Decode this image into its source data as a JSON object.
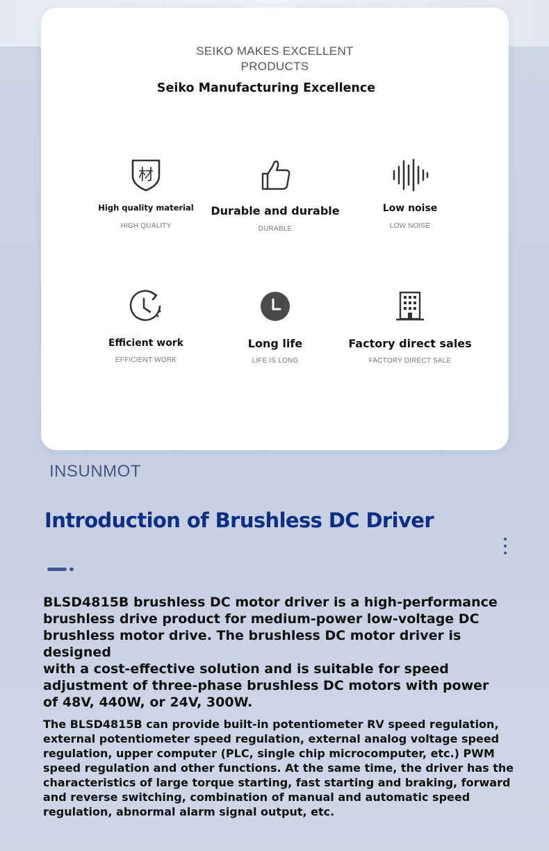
{
  "card": {
    "kicker_line1": "SEIKO MAKES EXCELLENT",
    "kicker_line2": "PRODUCTS",
    "title": "Seiko Manufacturing Excellence",
    "features": [
      {
        "name": "High quality material",
        "sub": "HIGH QUALITY",
        "icon": "shield-material-icon",
        "icon_glyph": "材"
      },
      {
        "name": "Durable and durable",
        "sub": "DURABLE",
        "icon": "thumbs-up-icon"
      },
      {
        "name": "Low noise",
        "sub": "LOW NOISE",
        "icon": "sound-wave-icon"
      },
      {
        "name": "Efficient work",
        "sub": "EFFICIENT WORK",
        "icon": "clock-refresh-icon"
      },
      {
        "name": "Long life",
        "sub": "LIFE IS LONG",
        "icon": "clock-icon"
      },
      {
        "name": "Factory direct sales",
        "sub": "FACTORY DIRECT SALE",
        "icon": "building-icon"
      }
    ]
  },
  "section": {
    "brand": "INSUNMOT",
    "headline": "Introduction of Brushless DC Driver",
    "paragraph1": "BLSD4815B brushless DC motor driver is a high-performance\nbrushless drive product for medium-power low-voltage DC\nbrushless motor drive. The brushless DC motor driver is designed\nwith a cost-effective solution and is suitable for speed\nadjustment of three-phase brushless DC motors with power\nof 48V, 440W, or 24V, 300W.",
    "paragraph2": "The BLSD4815B can provide built-in potentiometer RV speed regulation,\nexternal potentiometer speed regulation, external analog voltage speed\nregulation, upper computer (PLC, single chip microcomputer, etc.) PWM\nspeed regulation and other functions. At the same time, the driver has the\ncharacteristics of large torque starting, fast starting and braking, forward\nand reverse switching, combination of manual and automatic speed\nregulation, abnormal alarm signal output, etc."
  },
  "colors": {
    "headline": "#0f2d83",
    "brand": "#4b5680",
    "accent": "#3d5592",
    "background": "#c6d0e2",
    "card": "#ffffff"
  }
}
